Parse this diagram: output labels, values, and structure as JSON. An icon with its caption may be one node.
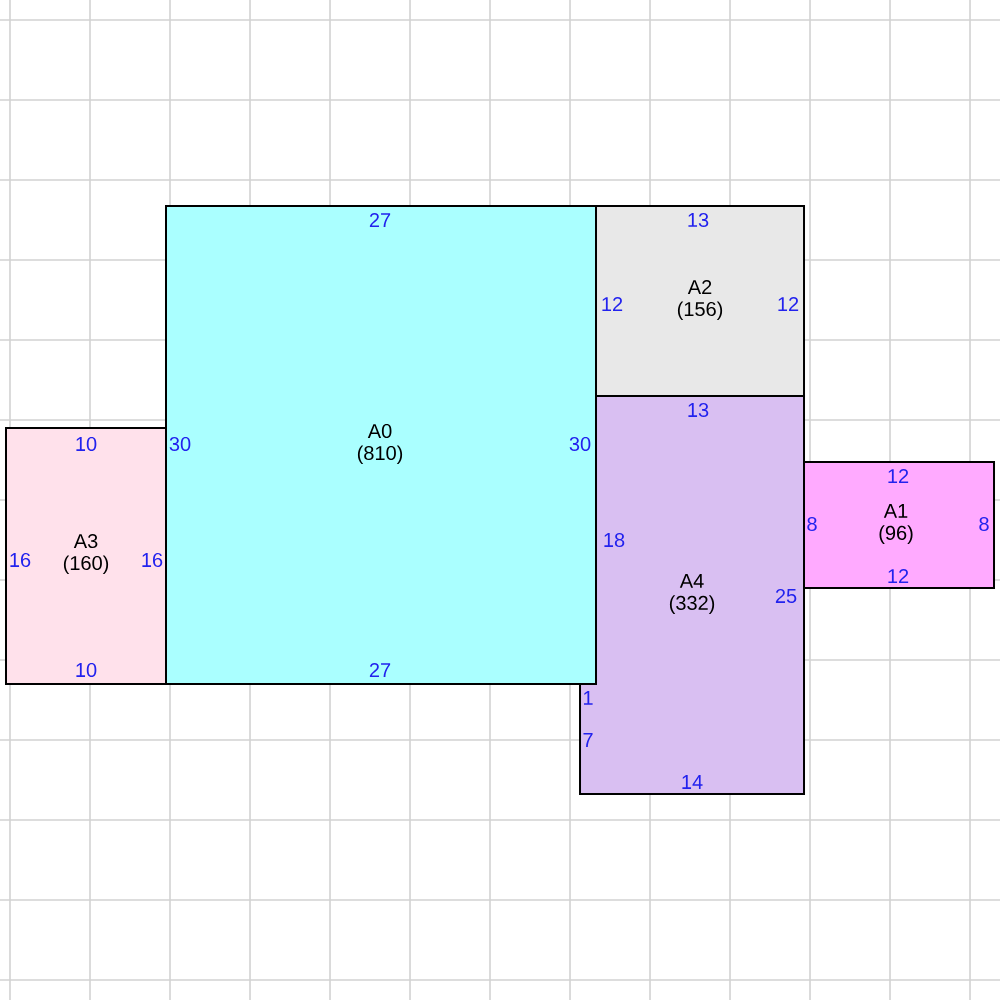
{
  "diagram": {
    "nodes": [
      {
        "text": [
          "A0",
          "(810)"
        ]
      },
      {
        "text": [
          "A2",
          "(156)"
        ]
      },
      {
        "text": [
          "A4",
          "(332)"
        ]
      },
      {
        "text": [
          "A3",
          "(160)"
        ]
      },
      {
        "text": [
          "A1",
          "(96)"
        ]
      }
    ],
    "labels": [
      "27",
      "13",
      "12",
      "12",
      "13",
      "10",
      "30",
      "30",
      "12",
      "8",
      "8",
      "18",
      "16",
      "16",
      "12",
      "25",
      "10",
      "27",
      "1",
      "7",
      "14"
    ]
  }
}
